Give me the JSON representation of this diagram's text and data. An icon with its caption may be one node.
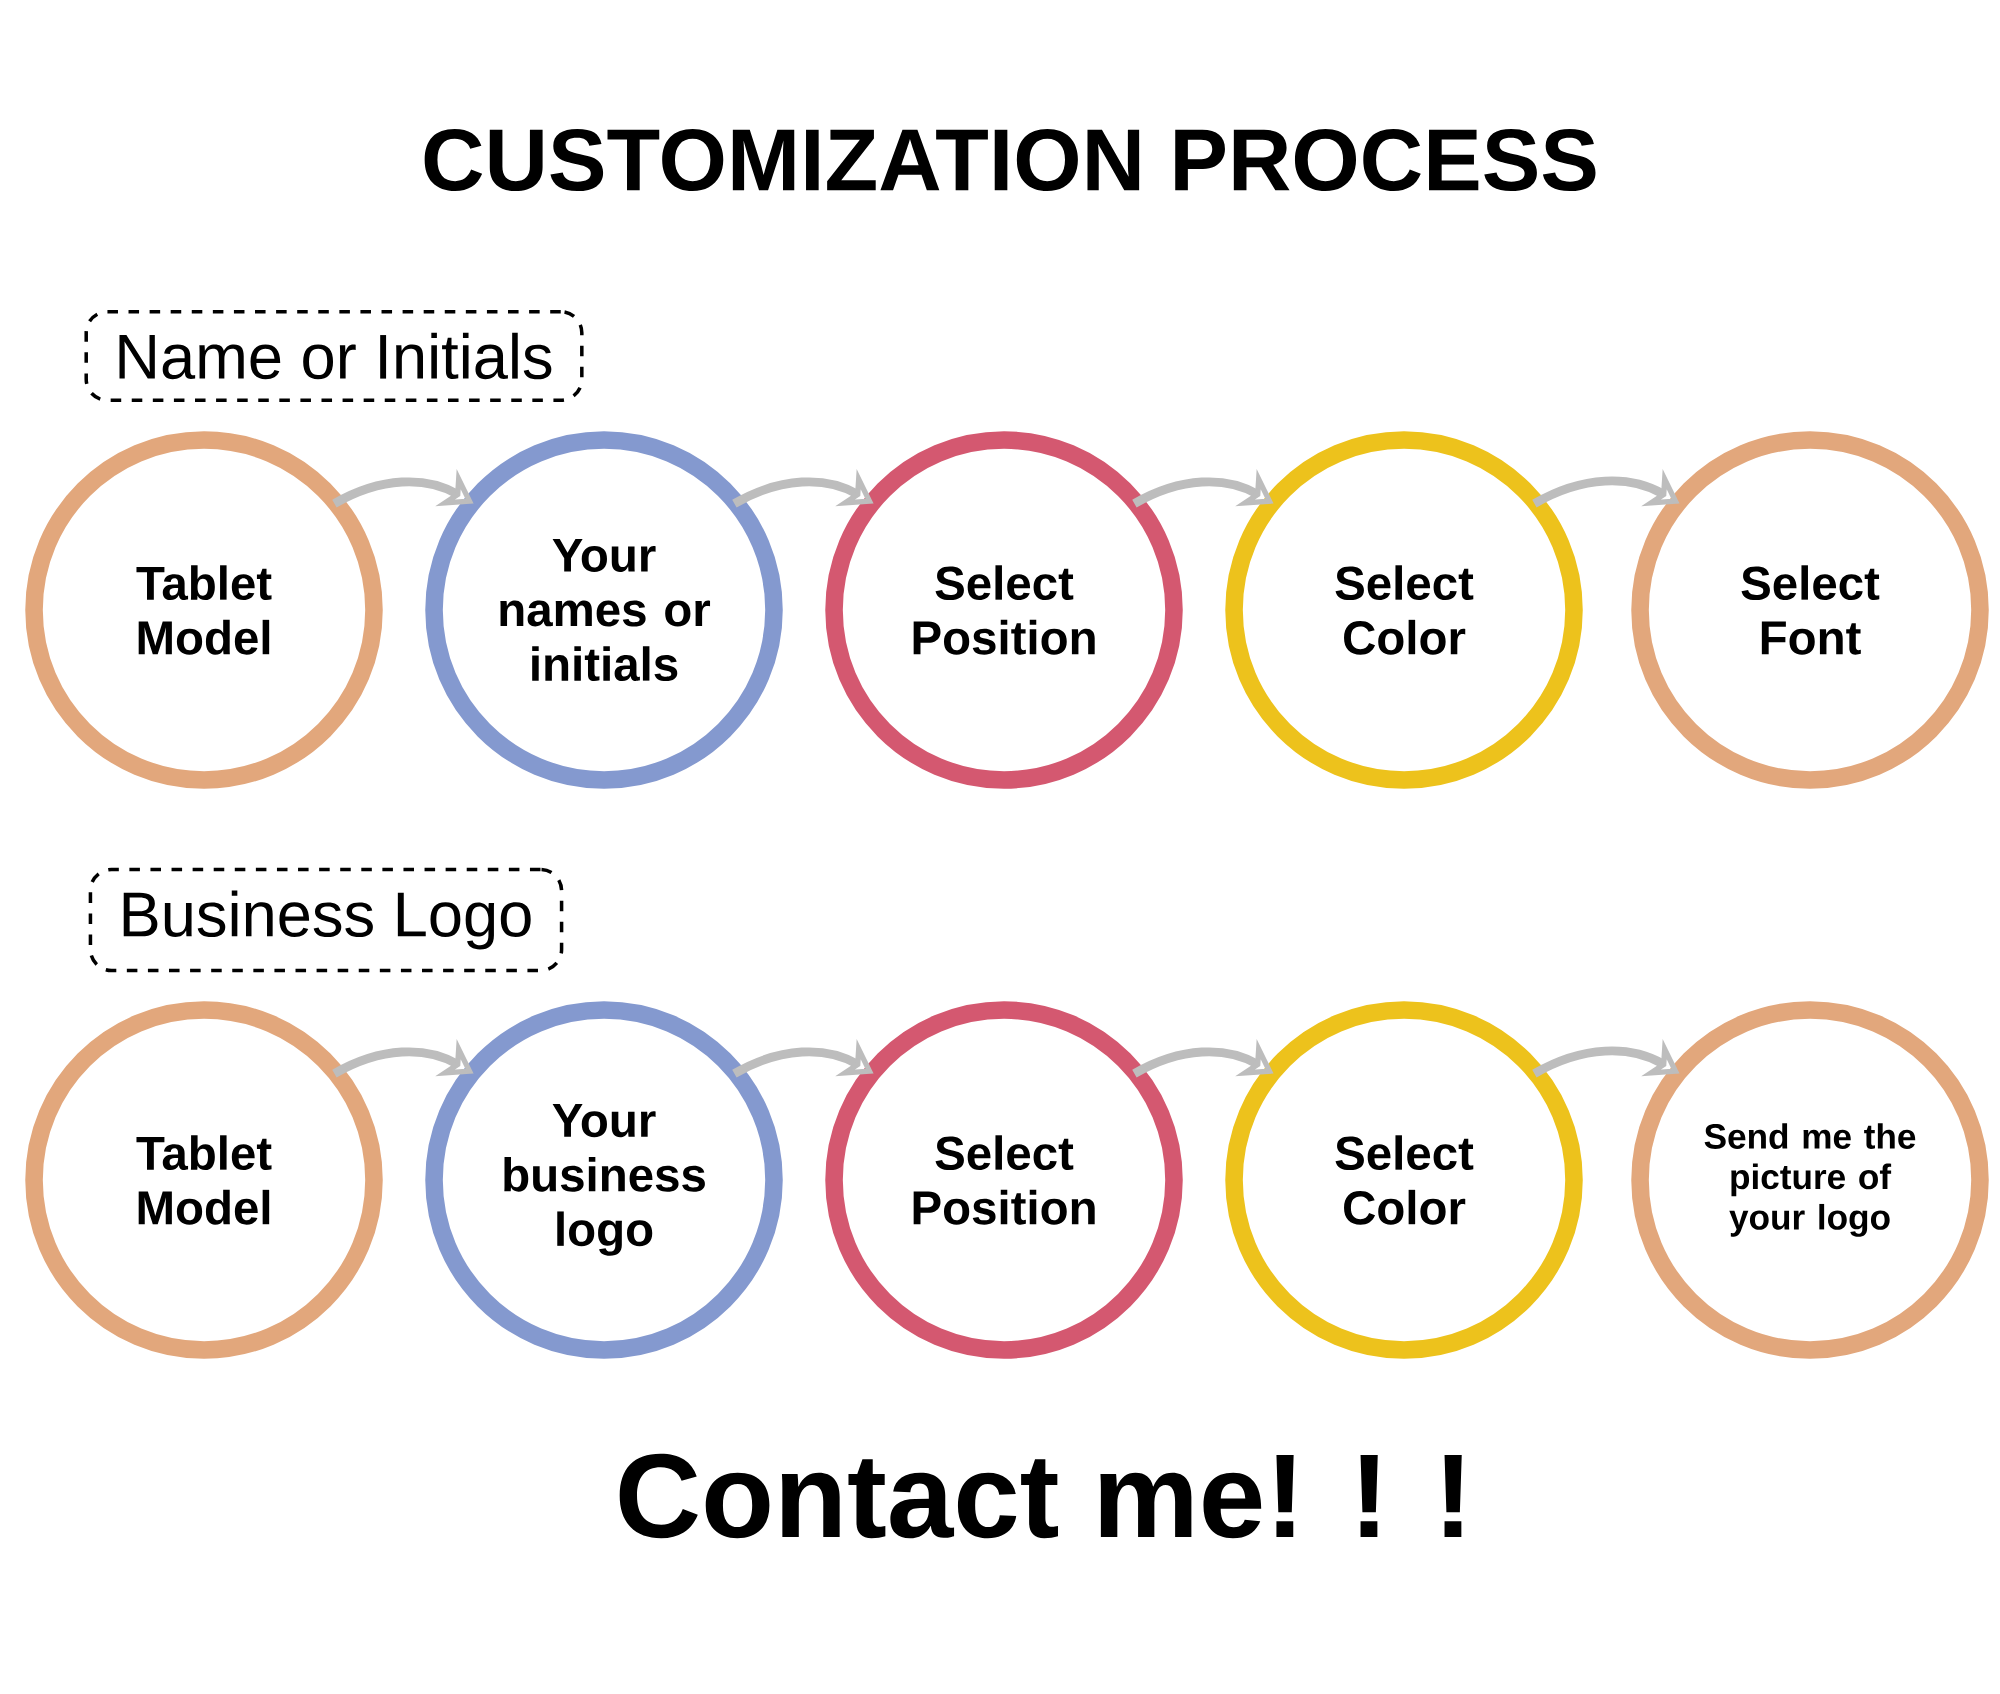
{
  "diagram": {
    "title": "CUSTOMIZATION PROCESS",
    "nodes": [
      {
        "text": [
          "Name or Initials"
        ]
      },
      {
        "text": [
          "Tablet Model"
        ]
      },
      {
        "text": [
          "Your names or initials"
        ]
      },
      {
        "text": [
          "Select Position"
        ]
      },
      {
        "text": [
          "Select Color"
        ]
      },
      {
        "text": [
          "Select Font"
        ]
      },
      {
        "text": [
          "Business Logo"
        ]
      },
      {
        "text": [
          "Tablet Model"
        ]
      },
      {
        "text": [
          "Your business logo"
        ]
      },
      {
        "text": [
          "Select Position"
        ]
      },
      {
        "text": [
          "Select Color"
        ]
      },
      {
        "text": [
          "Send me the picture of your logo"
        ]
      }
    ],
    "edges": [
      {
        "from": 1,
        "to": 2,
        "arrow": "to"
      },
      {
        "from": 2,
        "to": 3,
        "arrow": "to"
      },
      {
        "from": 3,
        "to": 4,
        "arrow": "to"
      },
      {
        "from": 4,
        "to": 5,
        "arrow": "to"
      },
      {
        "from": 7,
        "to": 8,
        "arrow": "to"
      },
      {
        "from": 8,
        "to": 9,
        "arrow": "to"
      },
      {
        "from": 9,
        "to": 10,
        "arrow": "to"
      },
      {
        "from": 10,
        "to": 11,
        "arrow": "to"
      }
    ],
    "labels": [
      "Contact me! ! !"
    ]
  }
}
